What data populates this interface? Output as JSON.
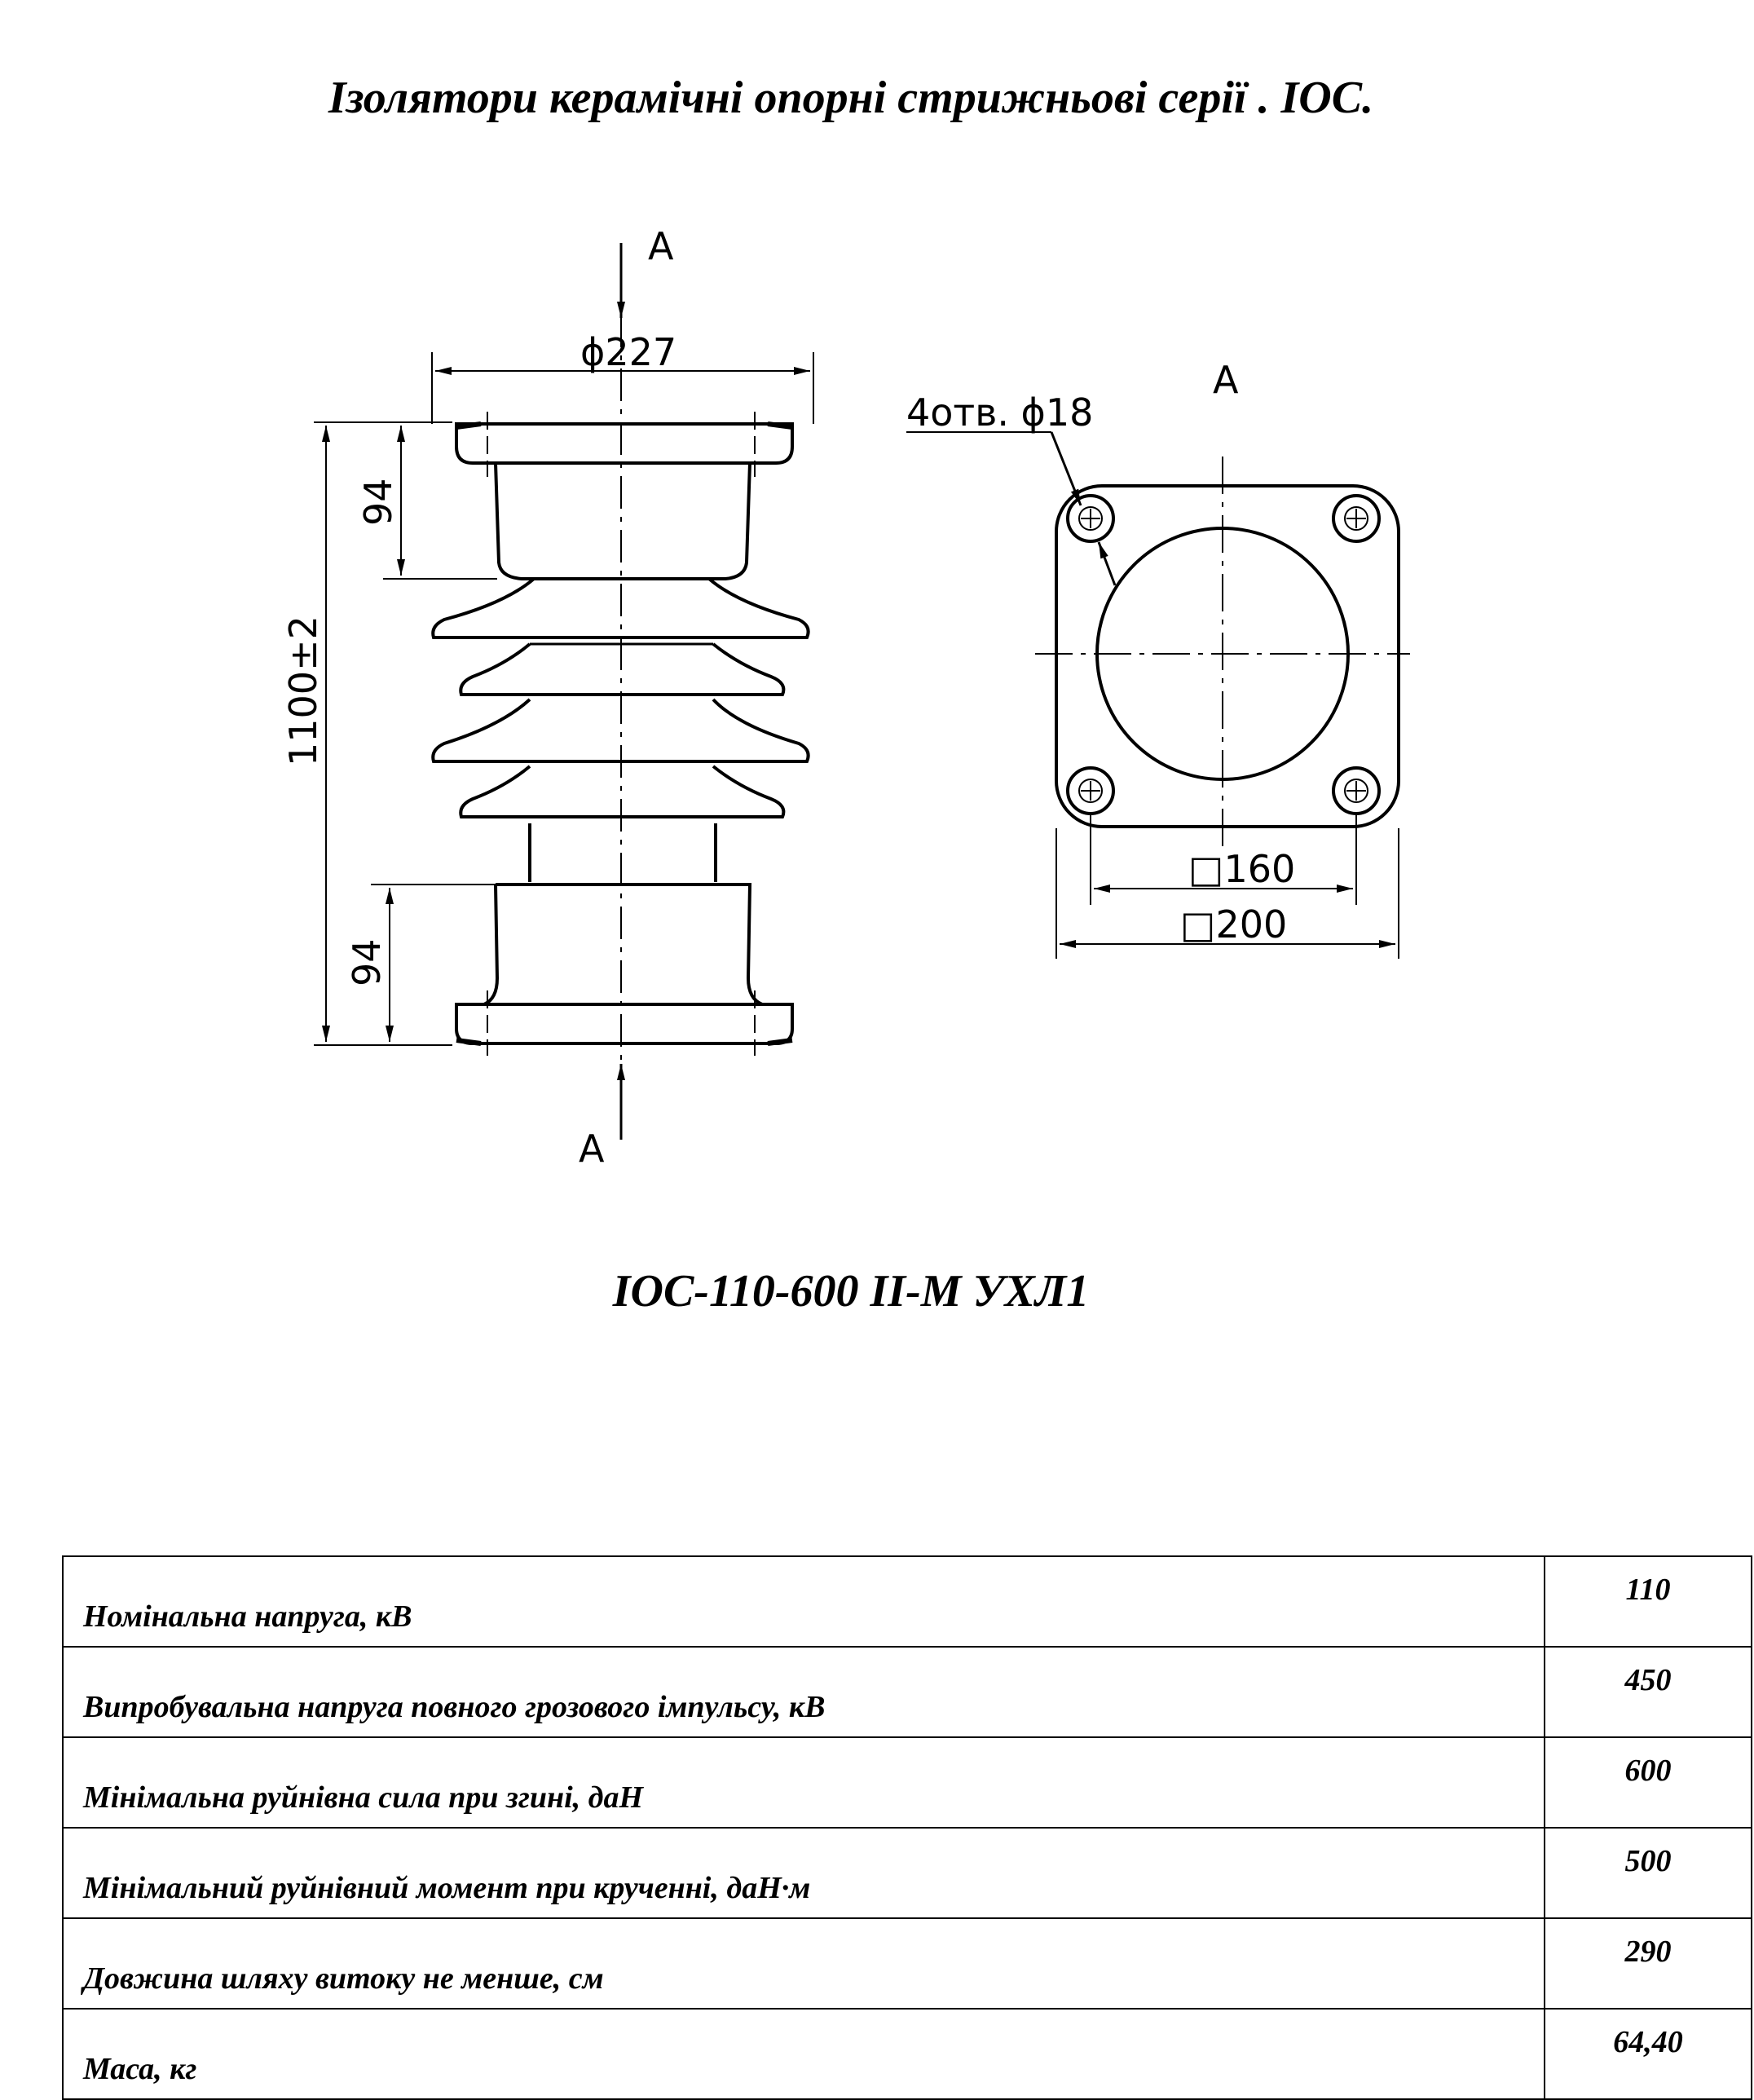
{
  "title": "Ізолятори керамічні опорні стрижньові серії . ІОС.",
  "model": "ІОС-110-600 ІІ-М УХЛ1",
  "drawing": {
    "section_mark": "А",
    "dim_diameter": "ϕ227",
    "dim_height": "1100±2",
    "dim_top_flange": "94",
    "dim_bottom_flange": "94",
    "holes": "4отв. ϕ18",
    "dim_inner_square": "□160",
    "dim_outer_square": "□200"
  },
  "specs": [
    {
      "label": "Номінальна напруга, кВ",
      "value": "110"
    },
    {
      "label": "Випробувальна напруга повного грозового імпульсу, кВ",
      "value": "450"
    },
    {
      "label": "Мінімальна руйнівна сила при згині, даН",
      "value": "600"
    },
    {
      "label": "Мінімальний руйнівний момент при крученні, даН·м",
      "value": "500"
    },
    {
      "label": "Довжина шляху витоку не менше, см",
      "value": "290"
    },
    {
      "label": "Маса, кг",
      "value": "64,40"
    }
  ]
}
